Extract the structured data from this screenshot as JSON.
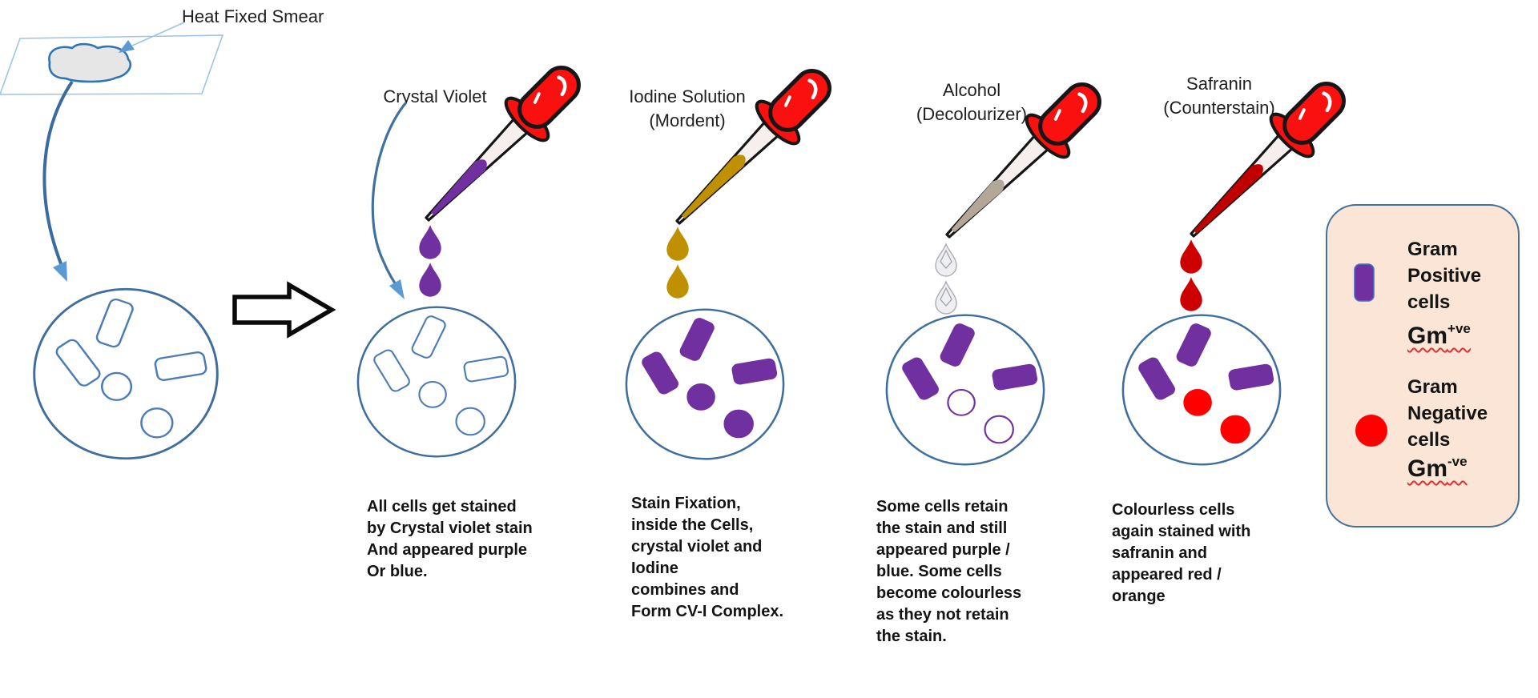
{
  "intro": {
    "smear_label": "Heat Fixed Smear",
    "dish": {
      "rod_fill": "#FFFFFF",
      "rod_stroke": "#4B7CB8",
      "coccus_fill": "#FFFFFF",
      "coccus_stroke": "#4B7CB8"
    }
  },
  "colors": {
    "dish_outline": "#3E6D9E",
    "flow_arrow": "#3A6B9E",
    "arrowhead": "#5B9BD5",
    "dropper_bulb": "#FB1010",
    "gram_positive_purple": "#7030A0",
    "gram_negative_red": "#FF0000",
    "iodine_gold": "#BF9000",
    "safranin_red": "#C00000",
    "legend_background": "#FBE5D6"
  },
  "steps": [
    {
      "label": "Crystal Violet",
      "liquid_color": "#7030A0",
      "drop_fill": "#7030A0",
      "drop_stroke": "#7030A0",
      "drop_facet": "#7030A0",
      "rod_fill": "#FFFFFF",
      "rod_stroke": "#4B7CB8",
      "coccus_fill": "#FFFFFF",
      "coccus_stroke": "#4B7CB8",
      "caption": "All cells get stained\nby Crystal violet stain\nAnd appeared purple\nOr blue."
    },
    {
      "label": "Iodine Solution\n(Mordent)",
      "liquid_color": "#BF9000",
      "drop_fill": "#BF9000",
      "drop_stroke": "#BF9000",
      "drop_facet": "#BF9000",
      "rod_fill": "#7030A0",
      "rod_stroke": "#7030A0",
      "coccus_fill": "#7030A0",
      "coccus_stroke": "#7030A0",
      "caption": "Stain Fixation,\ninside the Cells,\ncrystal violet and\nIodine\ncombines and\nForm CV-I Complex."
    },
    {
      "label": "Alcohol\n(Decolourizer)",
      "liquid_color": "#B3A797",
      "drop_fill": "#EFEFF1",
      "drop_stroke": "#ABABB3",
      "drop_facet": "#9CA3AE",
      "rod_fill": "#7030A0",
      "rod_stroke": "#7030A0",
      "coccus_fill": "#FFFFFF",
      "coccus_stroke": "#7030A0",
      "caption": "Some cells retain\nthe stain and still\nappeared purple /\nblue. Some cells\nbecome colourless\nas they not retain\nthe stain."
    },
    {
      "label": "Safranin\n(Counterstain)",
      "liquid_color": "#C00000",
      "drop_fill": "#CC0000",
      "drop_stroke": "#CC0000",
      "drop_facet": "#CC0000",
      "rod_fill": "#7030A0",
      "rod_stroke": "#7030A0",
      "coccus_fill": "#FF0000",
      "coccus_stroke": "#FF0000",
      "caption": "Colourless cells\nagain stained with\nsafranin and\nappeared red /\norange"
    }
  ],
  "legend": {
    "positive": {
      "swatch_color": "#7030A0",
      "label": "Gram\nPositive\ncells",
      "gm": "Gm",
      "sup": "+ve"
    },
    "negative": {
      "swatch_color": "#FF0000",
      "label": "Gram\nNegative\ncells",
      "gm": "Gm",
      "sup": "-ve"
    }
  }
}
